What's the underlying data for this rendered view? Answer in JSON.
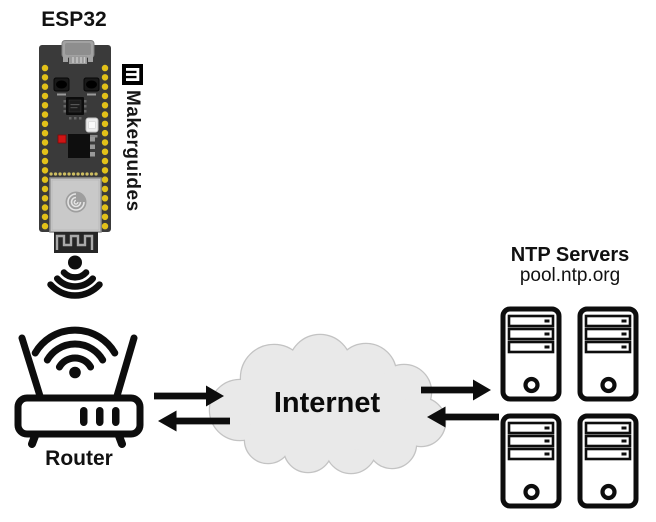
{
  "labels": {
    "esp32": "ESP32",
    "brand": "Makerguides",
    "router": "Router",
    "internet": "Internet",
    "ntp_title": "NTP Servers",
    "ntp_subtitle": "pool.ntp.org"
  },
  "colors": {
    "pcb": "#3a3a3a",
    "pin_gold": "#e2c119",
    "led_red": "#cf1414",
    "cloud_fill": "#e9e9e9",
    "cloud_edge": "#c3c3c3",
    "ink": "#0d0d0d",
    "shield_gray": "#c9c9c9"
  },
  "diagram": {
    "nodes": [
      {
        "id": "esp32",
        "label": "ESP32",
        "icon": "esp32-dev-board"
      },
      {
        "id": "router",
        "label": "Router",
        "icon": "wifi-router"
      },
      {
        "id": "internet",
        "label": "Internet",
        "icon": "cloud"
      },
      {
        "id": "ntp-servers",
        "label": "NTP Servers",
        "sublabel": "pool.ntp.org",
        "icon": "server-tower",
        "server_count": 4
      }
    ],
    "edges": [
      {
        "from": "esp32",
        "to": "router",
        "type": "wifi-signal"
      },
      {
        "from": "router",
        "to": "internet",
        "type": "bidirectional-arrows"
      },
      {
        "from": "internet",
        "to": "ntp-servers",
        "type": "bidirectional-arrows"
      }
    ]
  }
}
